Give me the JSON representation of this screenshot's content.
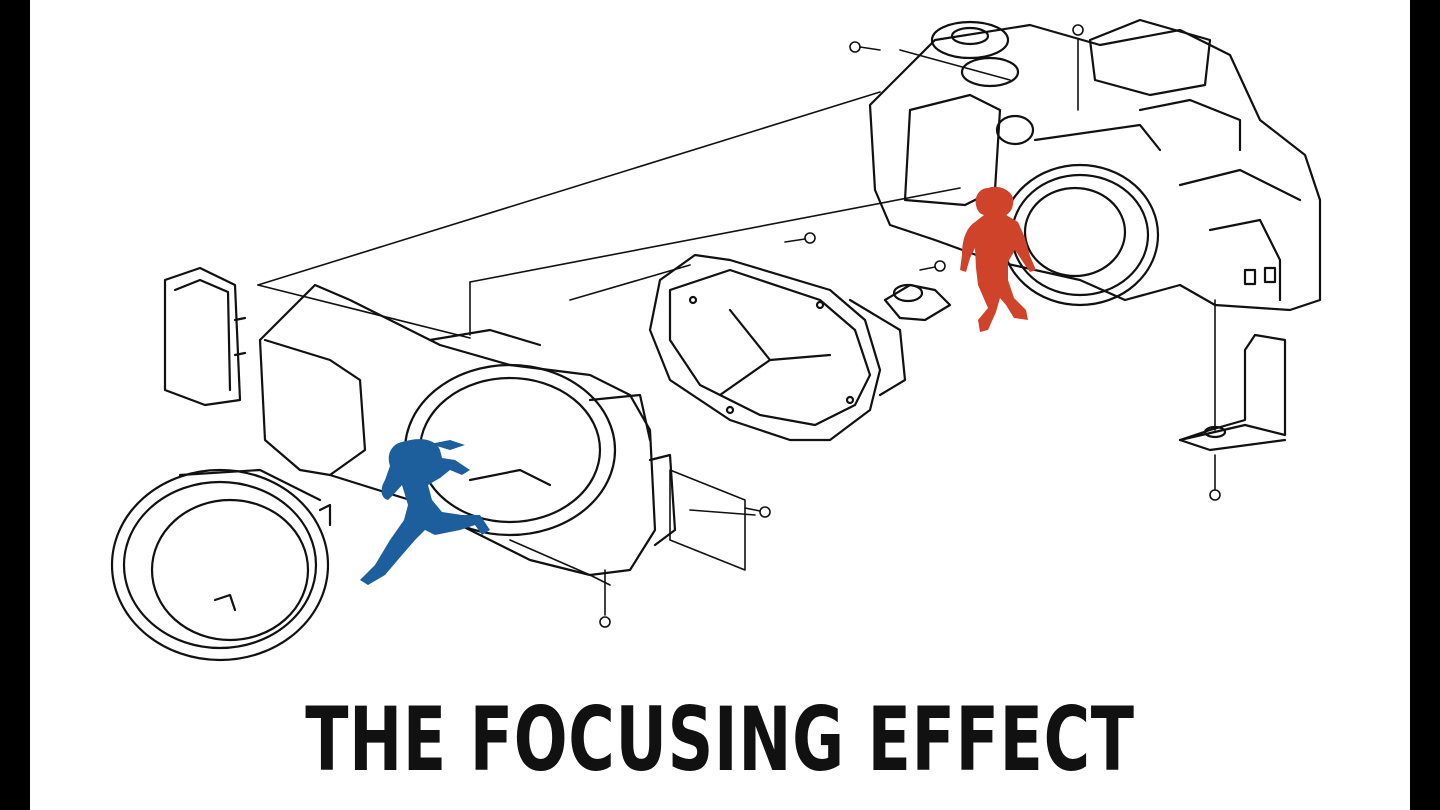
{
  "poster": {
    "title": "THE FOCUSING EFFECT"
  },
  "colors": {
    "frame": "#000000",
    "background": "#ffffff",
    "line_art": "#111111",
    "red_figure": "#d0432b",
    "blue_figure": "#1c5f9c"
  },
  "illustration": {
    "subject": "exploded-camera-diagram",
    "figures": [
      "red-walking-figure",
      "blue-running-figure"
    ]
  }
}
